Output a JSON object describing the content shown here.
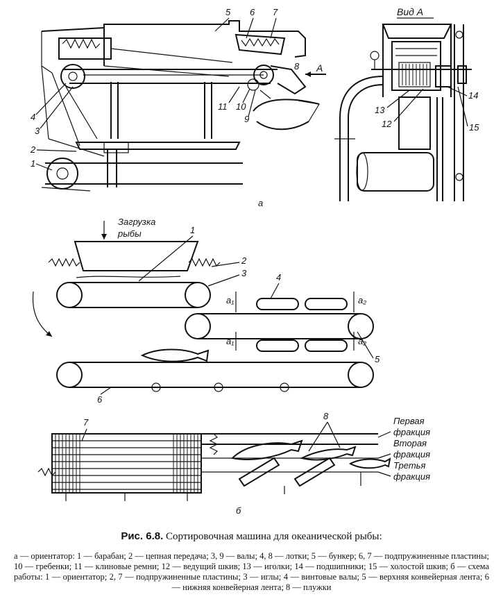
{
  "figure": {
    "view_label": "Вид А",
    "arrow_label": "А",
    "load_label_line1": "Загрузка",
    "load_label_line2": "рыбы",
    "sub_a": "а",
    "sub_b": "б",
    "fraction1_line1": "Первая",
    "fraction1_line2": "фракция",
    "fraction2_line1": "Вторая",
    "fraction2_line2": "фракция",
    "fraction3_line1": "Третья",
    "fraction3_line2": "фракция",
    "dim_a1": "a₁",
    "dim_a2": "a₂",
    "callouts_a": {
      "n1": "1",
      "n2": "2",
      "n3": "3",
      "n4": "4",
      "n5": "5",
      "n6": "6",
      "n7": "7",
      "n8": "8",
      "n9": "9",
      "n10": "10",
      "n11": "11",
      "n12": "12",
      "n13": "13",
      "n14": "14",
      "n15": "15"
    },
    "callouts_scheme": {
      "n1": "1",
      "n2": "2",
      "n3": "3",
      "n4": "4",
      "n5": "5",
      "n6": "6"
    },
    "callouts_b": {
      "n7": "7",
      "n8": "8"
    }
  },
  "caption": {
    "prefix": "Рис. 6.8.",
    "title": " Сортировочная машина для океанической рыбы:",
    "legend": "а — ориентатор: 1 — барабан; 2 — цепная передача; 3, 9 — валы; 4, 8 — лотки; 5 — бункер; 6, 7 — подпружиненные пластины; 10 — гребенки; 11 — клиновые ремни; 12 — ведущий шкив; 13 — иголки; 14 — подшипники; 15 — холостой шкив; б — схема работы: 1 — ориентатор; 2, 7 — подпружиненные пластины; 3 — иглы; 4 — винтовые валы; 5 — верхняя конвейерная лента; 6 — нижняя конвейерная лента; 8 — плужки"
  }
}
